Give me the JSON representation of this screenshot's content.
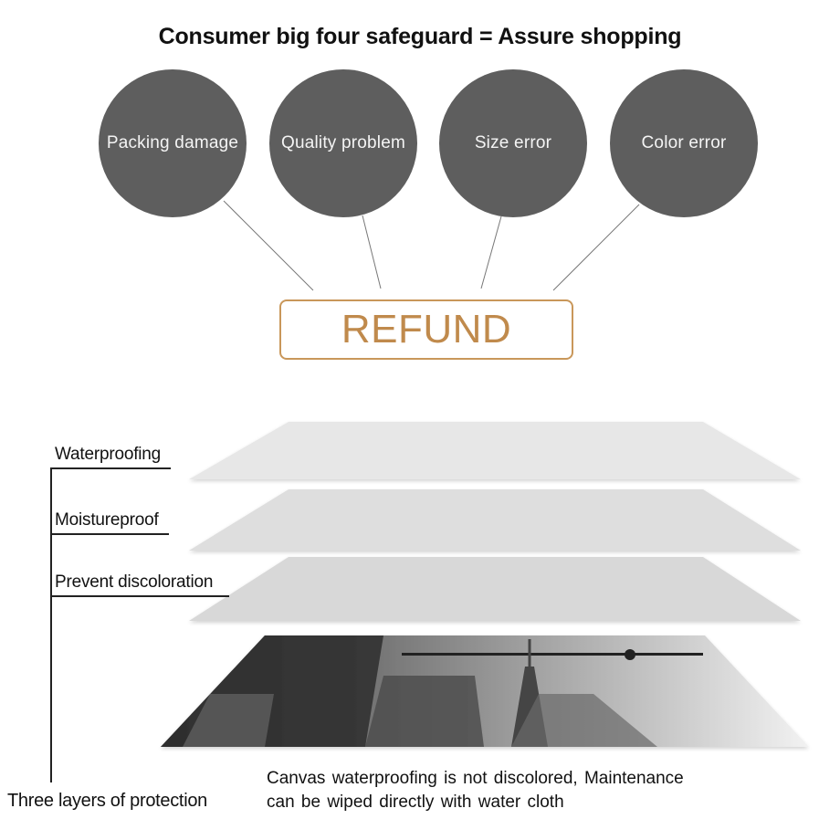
{
  "title": "Consumer big four safeguard = Assure shopping",
  "safeguards": [
    {
      "label": "Packing  damage"
    },
    {
      "label": "Quality  problem"
    },
    {
      "label": "Size  error"
    },
    {
      "label": "Color  error"
    }
  ],
  "refund_label": "REFUND",
  "layers": [
    {
      "label": "Waterproofing"
    },
    {
      "label": "Moistureproof"
    },
    {
      "label": "Prevent  discoloration"
    }
  ],
  "protection_label": "Three layers of protection",
  "caption": {
    "line1": "Canvas  waterproofing  is  not  discolored,  Maintenance",
    "line2": "can  be  wiped  directly  with  water  cloth"
  },
  "colors": {
    "circle": "#5e5e5e",
    "refund_accent": "#c9975a",
    "layer_fill": "#e4e4e4"
  }
}
